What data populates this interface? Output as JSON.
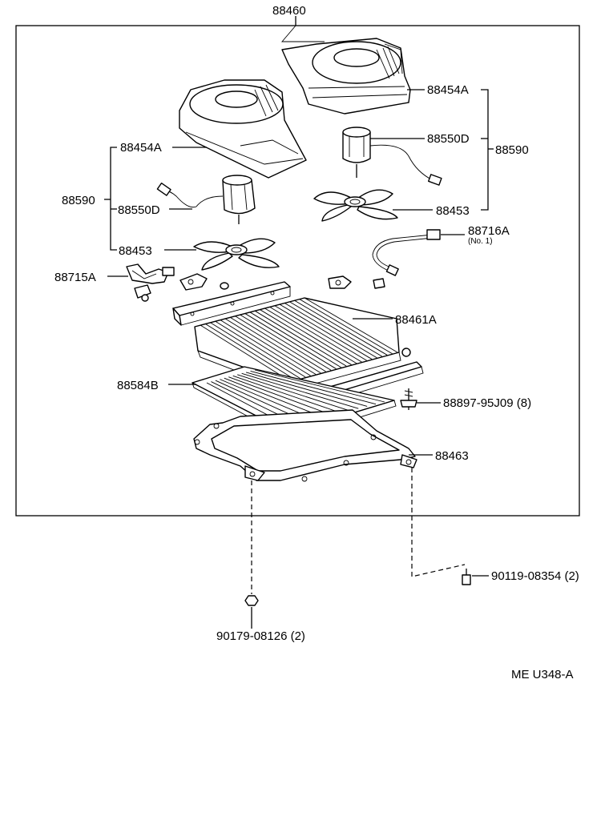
{
  "labels": {
    "assembly": "88460",
    "case_right": "88454A",
    "case_left": "88454A",
    "motor_right": "88550D",
    "motor_left": "88550D",
    "fan_right": "88453",
    "fan_left": "88453",
    "group_right": "88590",
    "group_left": "88590",
    "wire_right": "88716A",
    "wire_right_note": "(No. 1)",
    "wire_left": "88715A",
    "condenser": "88461A",
    "screen": "88584B",
    "bolt": "88897-95J09 (8)",
    "bracket": "88463",
    "screw": "90119-08354 (2)",
    "nut": "90179-08126 (2)",
    "diagram_code": "ME U348-A"
  }
}
